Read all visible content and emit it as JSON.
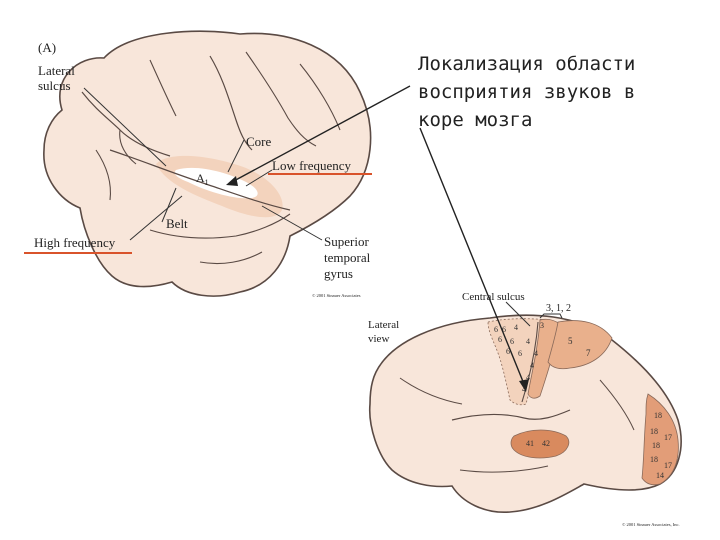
{
  "caption": {
    "line1": "Локализация области",
    "line2": "восприятия звуков в",
    "line3": "коре мозга"
  },
  "figure_a": {
    "panel": "(A)",
    "lateral_sulcus_1": "Lateral",
    "lateral_sulcus_2": "sulcus",
    "core": "Core",
    "a1_main": "A",
    "a1_sub": "1",
    "low_frequency": "Low frequency",
    "belt": "Belt",
    "high_frequency": "High frequency",
    "stg_1": "Superior",
    "stg_2": "temporal",
    "stg_3": "gyrus",
    "credit": "© 2001 Sinauer Associates"
  },
  "figure_b": {
    "central_sulcus": "Central sulcus",
    "areas_312": "3, 1, 2",
    "lateral_view_1": "Lateral",
    "lateral_view_2": "view",
    "area_labels": [
      "6",
      "6",
      "4",
      "3",
      "6",
      "6",
      "4",
      "6",
      "6",
      "4",
      "5",
      "7",
      "4",
      "4",
      "4",
      "41",
      "42",
      "18",
      "18",
      "17",
      "18",
      "18",
      "17",
      "14"
    ],
    "credit": "© 2001 Sinauer Associates, Inc."
  },
  "colors": {
    "brain_fill": "#f8e6da",
    "outline": "#5a4a44",
    "highlight_red": "#d9532b",
    "area_light": "#f3d3bd",
    "area_mid": "#e9b08c",
    "area_auditory": "#d98a5e",
    "area_visual": "#e29d78"
  }
}
